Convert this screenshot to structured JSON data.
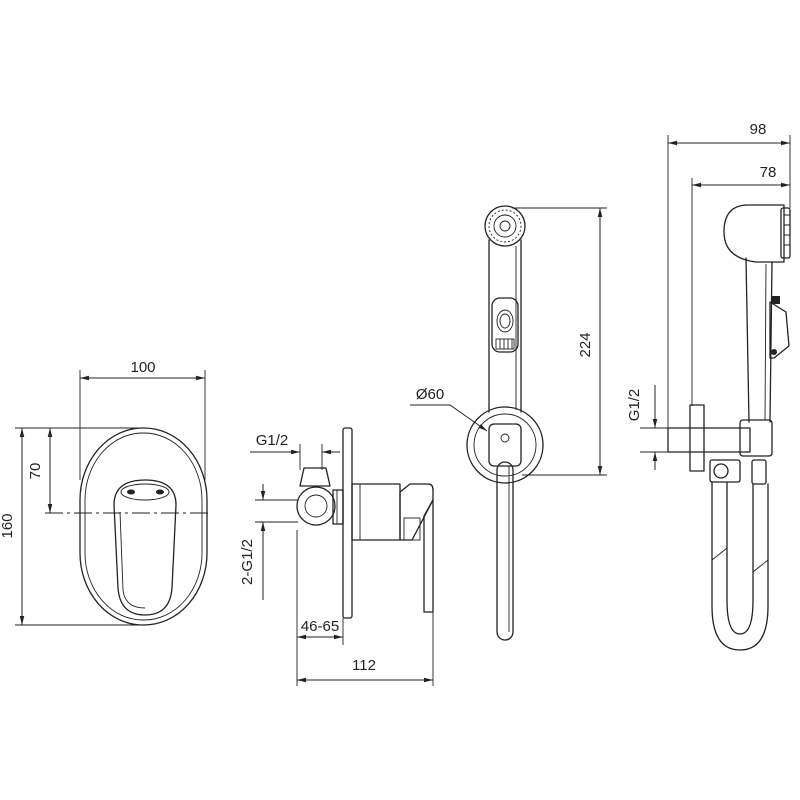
{
  "views": {
    "front": {
      "width_label": "100",
      "offset_label": "70",
      "height_label": "160"
    },
    "side": {
      "outlet_thread_label": "G1/2",
      "inlet_thread_label": "2-G1/2",
      "depth_range_label": "46-65",
      "total_depth_label": "112"
    },
    "shower_front": {
      "holder_diameter_label": "Ø60",
      "length_label": "224"
    },
    "shower_side": {
      "overall_depth_label": "98",
      "head_depth_label": "78",
      "thread_label": "G1/2"
    }
  },
  "colors": {
    "line": "#222222",
    "background": "#ffffff"
  }
}
